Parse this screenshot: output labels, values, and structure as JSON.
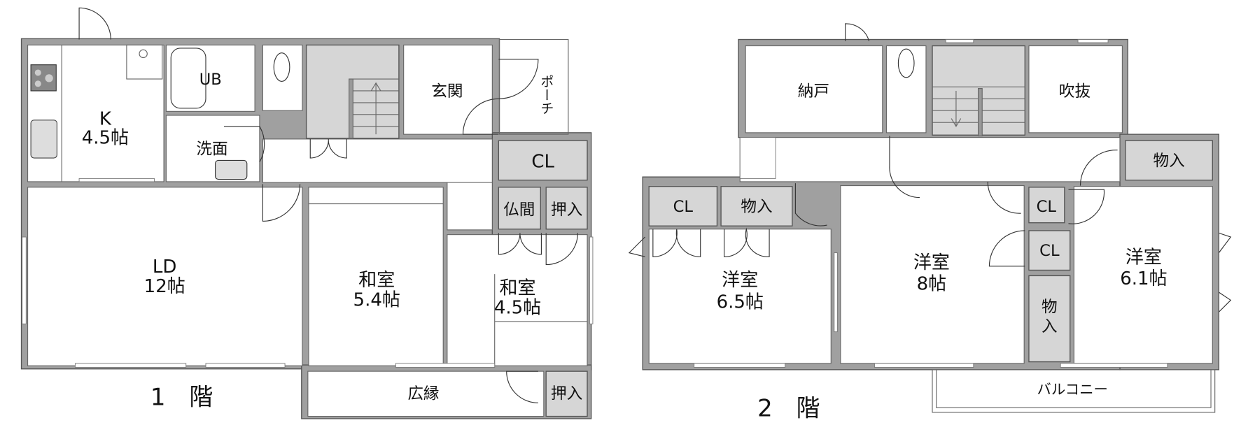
{
  "floor1": {
    "title": "1　階",
    "rooms": {
      "kitchen": {
        "name": "K",
        "size": "4.5帖"
      },
      "bath": {
        "name": "UB"
      },
      "washroom": {
        "name": "洗面"
      },
      "entrance": {
        "name": "玄関"
      },
      "porch": {
        "name": "ポーチ"
      },
      "closet": {
        "name": "CL"
      },
      "butsuma": {
        "name": "仏間"
      },
      "oshiire1": {
        "name": "押入"
      },
      "ld": {
        "name": "LD",
        "size": "12帖"
      },
      "washitsu1": {
        "name": "和室",
        "size": "5.4帖"
      },
      "washitsu2": {
        "name": "和室",
        "size": "4.5帖"
      },
      "engawa": {
        "name": "広縁"
      },
      "oshiire2": {
        "name": "押入"
      }
    }
  },
  "floor2": {
    "title": "2　階",
    "rooms": {
      "storage": {
        "name": "納戸"
      },
      "void": {
        "name": "吹抜"
      },
      "monoire_hall": {
        "name": "物入"
      },
      "cl_left": {
        "name": "CL"
      },
      "monoire_left": {
        "name": "物入"
      },
      "yoshitsu1": {
        "name": "洋室",
        "size": "6.5帖"
      },
      "yoshitsu2": {
        "name": "洋室",
        "size": "8帖"
      },
      "cl_mid1": {
        "name": "CL"
      },
      "cl_mid2": {
        "name": "CL"
      },
      "monoire_mid": {
        "name_top": "物",
        "name_bottom": "入"
      },
      "yoshitsu3": {
        "name": "洋室",
        "size": "6.1帖"
      },
      "balcony": {
        "name": "バルコニー"
      }
    }
  }
}
